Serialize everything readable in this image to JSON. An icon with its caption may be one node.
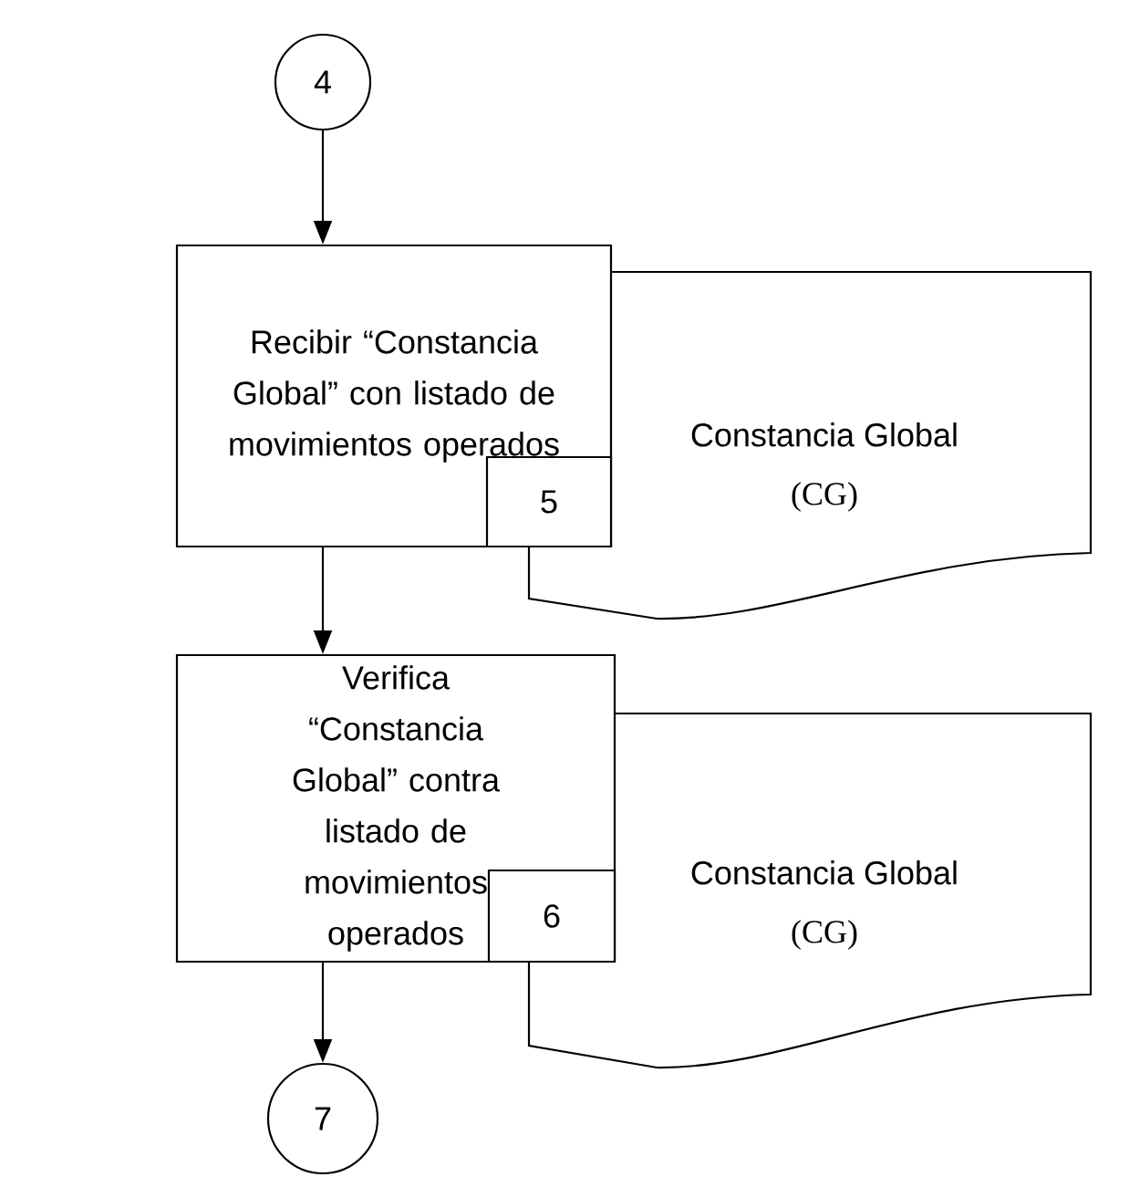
{
  "diagram": {
    "nodes": [
      {
        "text": [
          "4"
        ]
      },
      {
        "text": [
          "Recibir “Constancia Global” con listado de movimientos operados"
        ]
      },
      {
        "text": [
          "5"
        ],
        "in": 1
      },
      {
        "text": [
          "Constancia Global",
          "(CG)"
        ]
      },
      {
        "text": [
          "Verifica “Constancia Global” contra listado de movimientos operados"
        ]
      },
      {
        "text": [
          "6"
        ],
        "in": 4
      },
      {
        "text": [
          "Constancia Global",
          "(CG)"
        ]
      },
      {
        "text": [
          "7"
        ]
      }
    ],
    "edges": [
      {
        "from": 0,
        "to": 1,
        "arrow": "to"
      },
      {
        "from": 1,
        "to": 4,
        "arrow": "to"
      },
      {
        "from": 4,
        "to": 7,
        "arrow": "to"
      }
    ]
  }
}
